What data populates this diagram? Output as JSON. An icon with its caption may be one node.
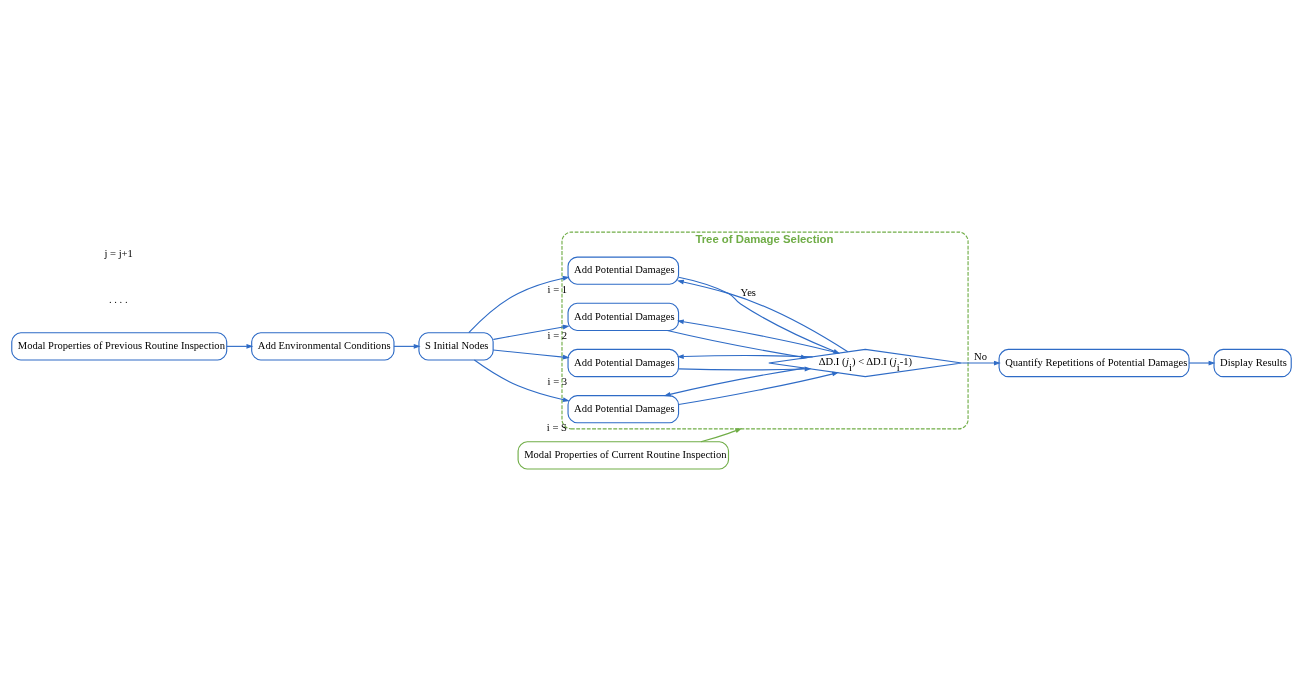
{
  "diagram": {
    "nodes": [
      {
        "text": [
          "Modal Properties of Previous Routine Inspection"
        ]
      },
      {
        "text": [
          "Add Environmental Conditions"
        ]
      },
      {
        "text": [
          "S Initial Nodes"
        ]
      },
      {
        "text": [
          "Tree of Damage Selection"
        ]
      },
      {
        "text": [
          "Add Potential Damages"
        ],
        "beside": [
          "i = 1"
        ],
        "in": 3
      },
      {
        "text": [
          "Add Potential Damages"
        ],
        "beside": [
          "i = 2"
        ],
        "in": 3
      },
      {
        "text": [
          "Add Potential Damages"
        ],
        "beside": [
          "i = 3"
        ],
        "in": 3
      },
      {
        "text": [
          "Add Potential Damages"
        ],
        "beside": [
          "i = S"
        ],
        "in": 3
      },
      {
        "text": [
          "ΔD.I (*j*$_{i}$) < ΔD.I (*j*$_{i}$-1)"
        ],
        "in": 3
      },
      {
        "text": [
          "Modal Properties of Current Routine Inspection"
        ]
      },
      {
        "text": [
          "Quantify Repetitions of Potential Damages"
        ]
      },
      {
        "text": [
          "Display Results"
        ]
      }
    ],
    "edges": [
      {
        "from": 0,
        "to": 1,
        "arrow": "to"
      },
      {
        "from": 1,
        "to": 2,
        "arrow": "to"
      },
      {
        "from": 2,
        "to": 4,
        "arrow": "to"
      },
      {
        "from": 2,
        "to": 5,
        "arrow": "to"
      },
      {
        "from": 2,
        "to": 6,
        "arrow": "to"
      },
      {
        "from": 2,
        "to": 7,
        "arrow": "to"
      },
      {
        "from": 4,
        "to": 8,
        "arrow": "to"
      },
      {
        "from": 5,
        "to": 8,
        "arrow": "to"
      },
      {
        "from": 6,
        "to": 8,
        "arrow": "to"
      },
      {
        "from": 7,
        "to": 8,
        "arrow": "to"
      },
      {
        "from": 9,
        "to": 3,
        "arrow": "to",
        "color": "#70ad47"
      },
      {
        "from": 8,
        "to": 10,
        "label": "No",
        "arrow": "to"
      },
      {
        "from": 10,
        "to": 11,
        "arrow": "to"
      },
      {
        "from": 8,
        "to": 4,
        "label": "Yes",
        "arrow": "to"
      },
      {
        "from": 8,
        "to": 5,
        "arrow": "to"
      },
      {
        "from": 8,
        "to": 6,
        "arrow": "to"
      },
      {
        "from": 8,
        "to": 7,
        "arrow": "to"
      }
    ],
    "labels": [
      ". . . .",
      "j = j+1"
    ]
  }
}
